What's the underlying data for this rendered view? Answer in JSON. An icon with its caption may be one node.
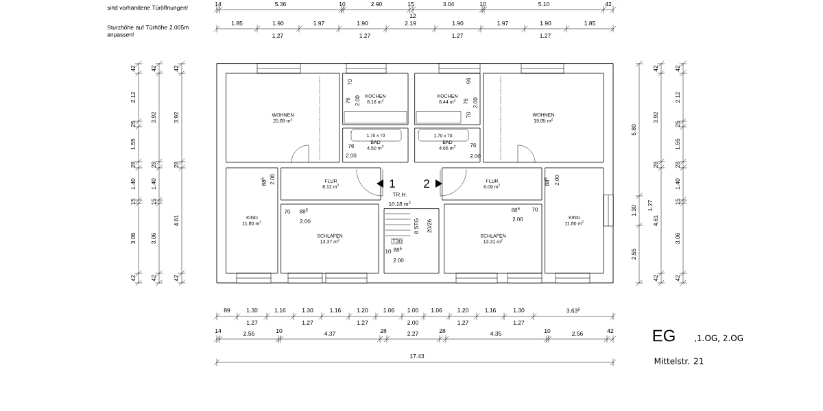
{
  "diagram": {
    "nodes": [
      {
        "text": [
          "WOHNEN",
          "20.89 m$^{2}$"
        ]
      },
      {
        "text": [
          "KOCHEN",
          "8.16 m$^{2}$"
        ]
      },
      {
        "text": [
          "KOCHEN",
          "8.44 m$^{2}$"
        ]
      },
      {
        "text": [
          "WOHNEN",
          "19.85 m$^{2}$"
        ]
      },
      {
        "text": [
          "BAD",
          "4.50 m$^{2}$"
        ]
      },
      {
        "text": [
          "BAD",
          "4.65 m$^{2}$"
        ]
      },
      {
        "text": [
          "FLUR",
          "8.12 m$^{2}$"
        ]
      },
      {
        "text": [
          "FLUR",
          "6.09 m$^{2}$"
        ]
      },
      {
        "text": [
          "KIND",
          "11.80 m$^{2}$"
        ]
      },
      {
        "text": [
          "SCHLAFEN",
          "13.37 m$^{2}$"
        ]
      },
      {
        "text": [
          "SCHLAFEN",
          "13.31 m$^{2}$"
        ]
      },
      {
        "text": [
          "KIND",
          "11.80 m$^{2}$"
        ]
      }
    ],
    "labels": [
      "sind vorhandene Türöffnungen!",
      "14",
      "5.36",
      "10",
      "2.90",
      "15",
      "3.04",
      "10",
      "5.10",
      "42",
      "12",
      "Sturzhöhe auf Türhöhe 2.005m anpassen!",
      "1.85",
      "1.90",
      "1.97",
      "1.90",
      "2.19",
      "1.90",
      "1.97",
      "1.90",
      "1.85",
      "1.27",
      "1.27",
      "1.27",
      "1.27",
      "42",
      "2.12",
      "25",
      "1.55",
      "28",
      "1.40",
      "15",
      "3.06",
      "42",
      "42",
      "3.92",
      "28",
      "1.40",
      "15",
      "3.06",
      "42",
      "42",
      "3.92",
      "28",
      "4.61",
      "42",
      "70",
      "76",
      "2.00",
      "1,70 x 70",
      "76",
      "2.00",
      "88$^{5}$",
      "2.00",
      "1",
      "TR.H.",
      "10.18 m$^{2}$",
      "70",
      "88$^{5}$",
      "2.00",
      "8 STG",
      "20/26",
      "T30",
      "10",
      "88$^{5}$",
      "2.00",
      "66",
      "76",
      "2.00",
      "70",
      "1.70 x 70",
      "76",
      "2.00",
      "2",
      "88$^{5}$",
      "2.00",
      "88$^{5}$",
      "70",
      "2.00",
      "5.80",
      "1.30",
      "2.55",
      "1.27",
      "42",
      "3.92",
      "28",
      "4.61",
      "42",
      "42",
      "2.12",
      "25",
      "1.55",
      "28",
      "1.40",
      "15",
      "3.06",
      "42",
      "89",
      "1.30",
      "1.16",
      "1.30",
      "1.16",
      "1.20",
      "1.06",
      "1.00",
      "1.06",
      "1.20",
      "1.16",
      "1.30",
      "3.63$^{5}$",
      "1.27",
      "1.27",
      "1.27",
      "2.00",
      "1.27",
      "1.27",
      "14",
      "2.56",
      "10",
      "4.37",
      "28",
      "2.27",
      "28",
      "4.35",
      "10",
      "2.56",
      "42",
      "17.43",
      "EG",
      ",1.OG, 2.OG",
      "Mittelstr. 21"
    ]
  }
}
